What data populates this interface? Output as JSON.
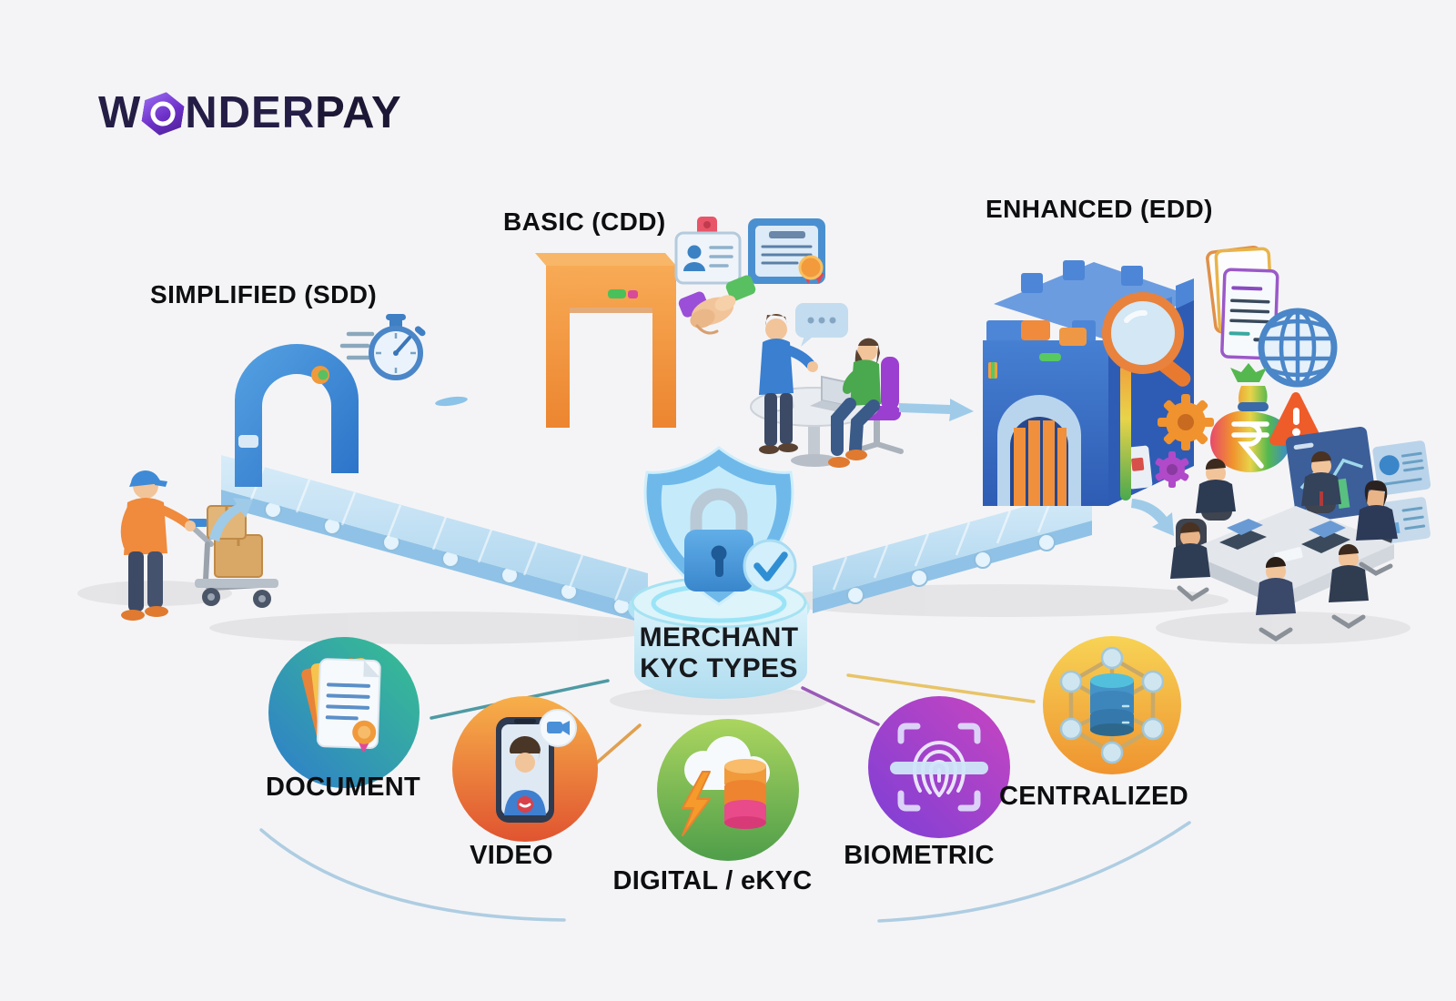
{
  "background": "#f4f4f6",
  "logo": {
    "word_start": "W",
    "hex_letter": "O",
    "word_mid": "NDER",
    "word_bold": "PAY",
    "text_color": "#241d45",
    "hex_color": "#6d30c8"
  },
  "flow": {
    "stages": [
      {
        "id": "simplified",
        "label": "SIMPLIFIED (SDD)",
        "gate_color": "#3f8ad6",
        "gate_icon": "blue-arch-gate-icon"
      },
      {
        "id": "basic",
        "label": "BASIC (CDD)",
        "gate_color": "#f2953f",
        "gate_icon": "orange-gate-icon"
      },
      {
        "id": "enhanced",
        "label": "ENHANCED (EDD)",
        "gate_color": "#3a70c8",
        "gate_icon": "castle-icon"
      }
    ],
    "center_label": {
      "line1": "MERCHANT",
      "line2": "KYC TYPES"
    },
    "center_icon": "shield-lock-icon"
  },
  "kyc_types": [
    {
      "label": "DOCUMENT",
      "icon": "document-stack-icon",
      "color_top": "#38c18f",
      "color_bottom": "#2f7ccc"
    },
    {
      "label": "VIDEO",
      "icon": "video-call-phone-icon",
      "color_top": "#f7b04a",
      "color_bottom": "#e05430"
    },
    {
      "label": "DIGITAL / eKYC",
      "icon": "cloud-database-icon",
      "color_top": "#aad45e",
      "color_bottom": "#4f9e4a"
    },
    {
      "label": "BIOMETRIC",
      "icon": "fingerprint-scan-icon",
      "color_top": "#c845c0",
      "color_bottom": "#7c3fd6"
    },
    {
      "label": "CENTRALIZED",
      "icon": "network-database-icon",
      "color_top": "#f7d355",
      "color_bottom": "#ef9430"
    }
  ],
  "decorations": [
    "worker-with-cart",
    "stopwatch-icon",
    "id-card-icon",
    "certificate-icon",
    "handshake-icon",
    "speech-bubble-icon",
    "interview-scene",
    "magnifier-icon",
    "gears-icon",
    "documents-pile-icon",
    "globe-icon",
    "money-bag-alert-icon",
    "dashboard-panels",
    "meeting-group",
    "conveyor-belt",
    "check-badge-icon"
  ]
}
